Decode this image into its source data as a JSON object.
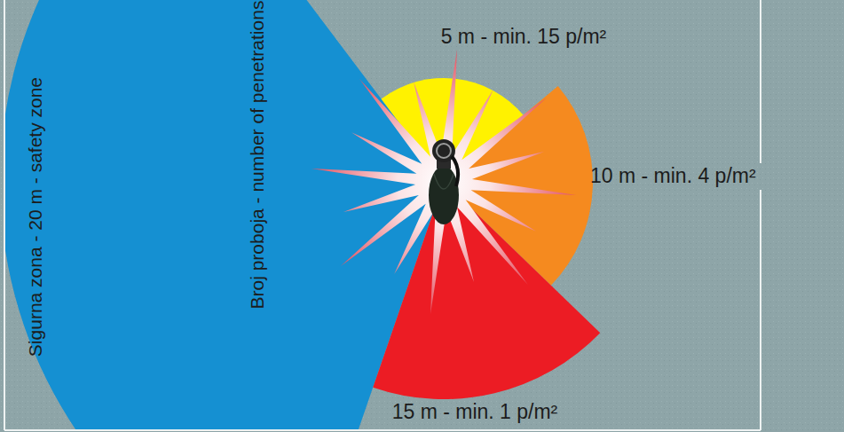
{
  "diagram": {
    "labels": [
      "5 m - min. 15 p/m²",
      "Sigurna zona - 20 m - safety zone",
      "Broj proboja - number of penetrations",
      "10 m - min. 4 p/m²",
      "15 m - min. 1 p/m²"
    ]
  }
}
